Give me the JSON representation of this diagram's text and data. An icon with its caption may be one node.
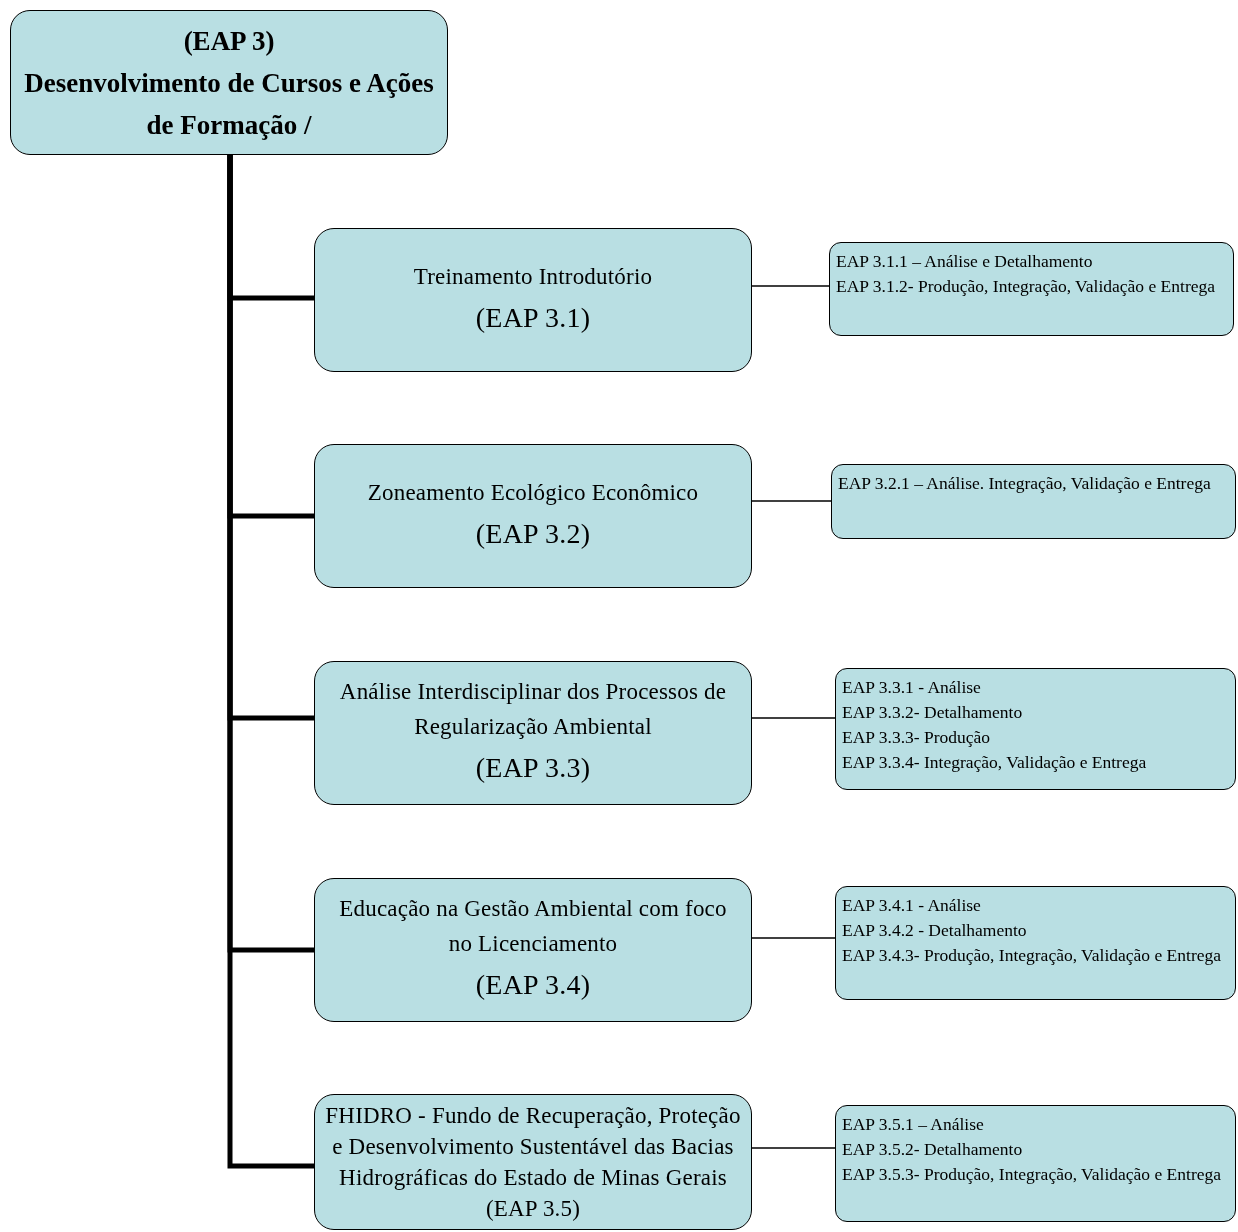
{
  "diagram": {
    "nodes": [
      {
        "text": [
          "(EAP 3)",
          "Desenvolvimento de Cursos e Ações de Formação /"
        ]
      },
      {
        "text": [
          "Treinamento Introdutório",
          "(EAP 3.1)"
        ]
      },
      {
        "text": [
          "Zoneamento Ecológico Econômico",
          "(EAP 3.2)"
        ]
      },
      {
        "text": [
          "Análise Interdisciplinar dos Processos de Regularização Ambiental",
          "(EAP 3.3)"
        ]
      },
      {
        "text": [
          "Educação na Gestão Ambiental com foco no Licenciamento",
          "(EAP 3.4)"
        ]
      },
      {
        "text": [
          "FHIDRO - Fundo de Recuperação, Proteção e Desenvolvimento Sustentável das Bacias Hidrográficas do Estado de Minas Gerais (EAP 3.5)"
        ]
      },
      {
        "text": [
          "EAP 3.1.1 – Análise e Detalhamento",
          "EAP 3.1.2- Produção, Integração, Validação e Entrega"
        ]
      },
      {
        "text": [
          "EAP 3.2.1 – Análise. Integração, Validação e Entrega"
        ]
      },
      {
        "text": [
          "EAP 3.3.1 - Análise",
          "EAP 3.3.2-  Detalhamento",
          "EAP 3.3.3- Produção",
          "EAP 3.3.4- Integração, Validação e Entrega"
        ]
      },
      {
        "text": [
          "EAP 3.4.1 - Análise",
          "EAP 3.4.2 - Detalhamento",
          "EAP 3.4.3- Produção, Integração, Validação e Entrega"
        ]
      },
      {
        "text": [
          "EAP 3.5.1 – Análise",
          "EAP 3.5.2-  Detalhamento",
          "EAP 3.5.3- Produção, Integração, Validação e Entrega"
        ]
      }
    ],
    "edges": [
      {
        "from": 0,
        "to": 1,
        "arrow": "none",
        "style": "thick"
      },
      {
        "from": 0,
        "to": 2,
        "arrow": "none",
        "style": "thick"
      },
      {
        "from": 0,
        "to": 3,
        "arrow": "none",
        "style": "thick"
      },
      {
        "from": 0,
        "to": 4,
        "arrow": "none",
        "style": "thick"
      },
      {
        "from": 0,
        "to": 5,
        "arrow": "none",
        "style": "thick"
      },
      {
        "from": 1,
        "to": 6,
        "arrow": "none"
      },
      {
        "from": 2,
        "to": 7,
        "arrow": "none"
      },
      {
        "from": 3,
        "to": 8,
        "arrow": "none"
      },
      {
        "from": 4,
        "to": 9,
        "arrow": "none"
      },
      {
        "from": 5,
        "to": 10,
        "arrow": "none"
      }
    ]
  }
}
